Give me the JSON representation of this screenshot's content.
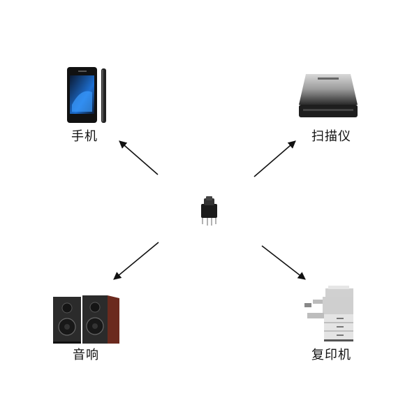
{
  "labels": {
    "phone": "手机",
    "scanner": "扫描仪",
    "speakers": "音响",
    "copier": "复印机"
  },
  "icons": {
    "center": "tact-switch-icon",
    "phone": "smartphone-icon",
    "scanner": "scanner-icon",
    "speakers": "speakers-icon",
    "copier": "copier-icon"
  },
  "colors": {
    "arrow": "#111111",
    "speaker_body": "#2b2b2b",
    "speaker_wood": "#6b2a1e",
    "screen_blue": "#1d6fd1"
  }
}
